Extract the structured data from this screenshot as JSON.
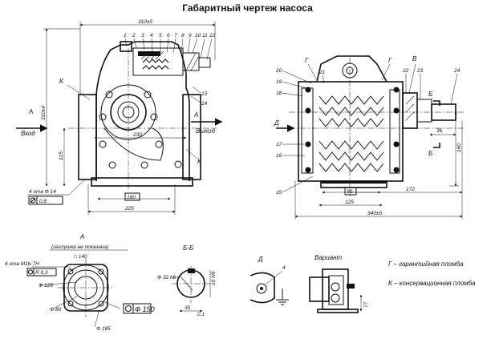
{
  "title": "Габаритный чертеж насоса",
  "front_view": {
    "callouts": [
      "1",
      "2",
      "3",
      "4",
      "5",
      "6",
      "7",
      "8",
      "9",
      "10",
      "11",
      "12",
      "13",
      "14"
    ],
    "label_k_top": "К",
    "label_k_bottom": "К",
    "arrow_a_left": "А",
    "arrow_a_right": "А",
    "inlet": "Вход",
    "outlet": "Выход",
    "dim_overall_width": "310±5",
    "dim_height": "310±4",
    "dim_125": "125",
    "dim_230": "230",
    "dim_180": "180",
    "dim_225": "225",
    "holes_note": "4 отв Ф 14",
    "holes_tol": "0,8"
  },
  "side_view": {
    "callouts": [
      "15",
      "16",
      "17",
      "18",
      "19",
      "20",
      "21",
      "22",
      "23",
      "24"
    ],
    "label_g_left": "Г",
    "label_g_right": "Г",
    "label_v": "В",
    "label_d": "Д",
    "label_b_top": "Б",
    "label_b_bottom": "Б",
    "dim_36": "36",
    "dim_160": "160",
    "dim_90": "90",
    "dim_172": "172",
    "dim_125": "125",
    "dim_total": "340±5"
  },
  "view_a": {
    "header": "А",
    "subheader": "(заглушка не показана)",
    "square": "□ 140",
    "thread_note": "4 отв  М16-7Н",
    "r_note": "R 0,3",
    "phi128": "Ф 128",
    "phi80": "Ф 80",
    "phi150": "Ф 150",
    "phi185": "Ф 185"
  },
  "section_bb": {
    "header": "Б-Б",
    "shaft": "Ф 32 h6",
    "key": "10 N9",
    "dim_35": "35",
    "dim_small": "0,1"
  },
  "view_d": {
    "header": "Д",
    "callout": "4"
  },
  "variant": {
    "header": "Вариант",
    "dim_77": "77"
  },
  "legend": {
    "g": "Г – гарантийная пломба",
    "k": "К – консервационная пломба"
  }
}
